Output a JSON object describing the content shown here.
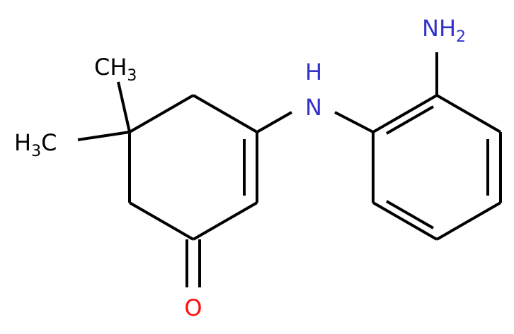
{
  "colors": {
    "bond": "#000000",
    "carbon_label": "#000000",
    "nitrogen": "#3333cc",
    "oxygen": "#ff0d0d",
    "background": "#ffffff"
  },
  "atoms": {
    "methyl_top": {
      "main": "CH",
      "sub": "3"
    },
    "methyl_left": {
      "pre": "H",
      "sub": "3",
      "main": "C"
    },
    "amine_nh": {
      "text": "N",
      "top": "H"
    },
    "amino_nh2": {
      "main": "NH",
      "sub": "2"
    },
    "carbonyl_o": {
      "text": "O"
    }
  }
}
